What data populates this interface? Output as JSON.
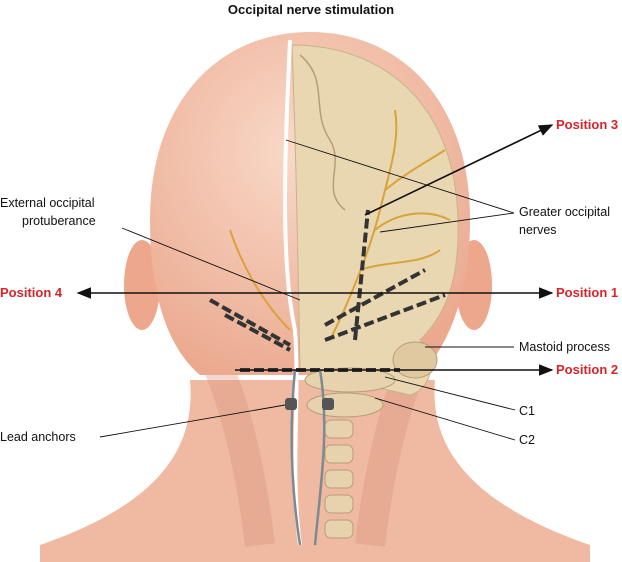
{
  "title": "Occipital nerve stimulation",
  "colors": {
    "position_label": "#d8232a",
    "skin": "#f3c2ad",
    "skull": "#e9d7b2",
    "nerve": "#d9a23a"
  },
  "positions": {
    "p1": "Position 1",
    "p2": "Position 2",
    "p3": "Position 3",
    "p4": "Position 4"
  },
  "labels": {
    "ext_occ_line1": "External occipital",
    "ext_occ_line2": "protuberance",
    "gon_line1": "Greater occipital",
    "gon_line2": "nerves",
    "mastoid": "Mastoid process",
    "c1": "C1",
    "c2": "C2",
    "lead_anchors": "Lead anchors"
  }
}
